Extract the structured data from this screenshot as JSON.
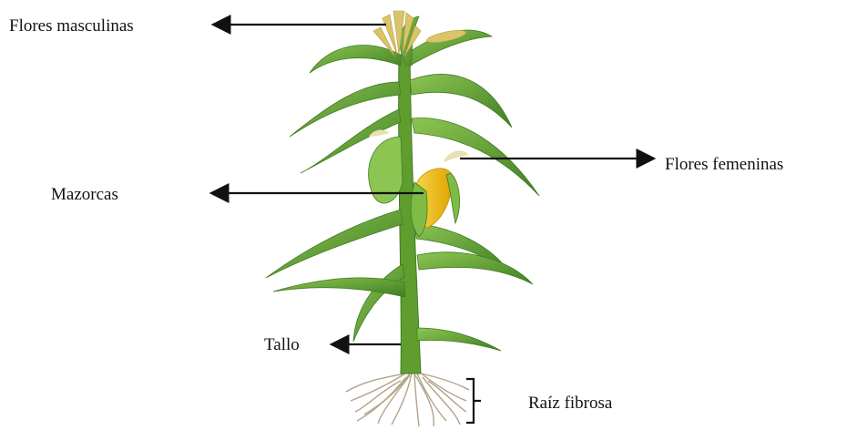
{
  "labels": {
    "flores_masculinas": "Flores masculinas",
    "flores_femeninas": "Flores femeninas",
    "mazorcas": "Mazorcas",
    "tallo": "Tallo",
    "raiz_fibrosa": "Raíz fibrosa"
  },
  "colors": {
    "leaf": "#6fae3a",
    "leaf_dark": "#3f7d22",
    "stem": "#5f9e2e",
    "tassel": "#d9c46a",
    "corn_kernel": "#f2c21b",
    "root": "#b8a890",
    "arrow": "#111111"
  }
}
